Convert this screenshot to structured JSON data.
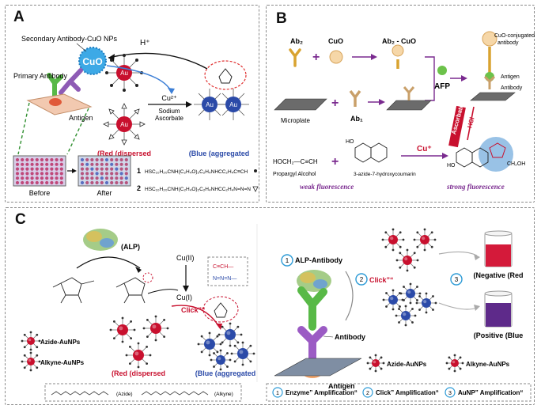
{
  "panelA": {
    "label": "A",
    "secondary_antibody": "Secondary Antibody-CuO NPs",
    "primary_antibody": "Primary Antibody",
    "antigen": "Antigen",
    "cuo": "CuO",
    "h_plus": "H⁺",
    "au": "Au",
    "cu2": "Cu²⁺",
    "sodium": "Sodium",
    "ascorbate": "Ascorbate",
    "red_dispersed": "(Red (dispersed",
    "blue_aggregated": "(Blue (aggregated",
    "before": "Before",
    "after": "After",
    "formula1_num": "1",
    "formula1": "HSC₁₀H₂₀CNH(C₂H₄O)₂C₂H₄NHCC₂H₄C≡CH",
    "formula2_num": "2",
    "formula2": "HSC₁₀H₂₀CNH(C₂H₄O)₂C₂H₄NHCC₂H₄N=N=N"
  },
  "panelB": {
    "label": "B",
    "ab2": "Ab₂",
    "cuo": "CuO",
    "ab2_cuo": "Ab₂ - CuO",
    "cuo_conjugated": "CuO-conjugated",
    "antibody_word": "antibody",
    "antigen": "Antigen",
    "antibody": "Antibody",
    "afp": "AFP",
    "microplate": "Microplate",
    "ab1": "Ab₁",
    "ascorbate": "Ascorbate",
    "hcl": "HCl",
    "cu_plus": "Cu⁺",
    "propargyl_formula": "HOCH₂—C≡CH",
    "propargyl": "Propargyl Alcohol",
    "azide_coumarin": "3-azide-7-hydroxycoumarin",
    "weak": "weak fluorescence",
    "strong": "strong fluorescence",
    "ch2oh": "CH₂OH",
    "ho": "HO"
  },
  "panelC": {
    "label": "C",
    "alp": "(ALP)",
    "cu2": "Cu(II)",
    "cu1": "Cu(I)",
    "click": "Click”“",
    "alkyne_legend": "C≡CH—",
    "azide_legend": "N=N=N—",
    "azide_aunps": "Azide-AuNPs",
    "alkyne_aunps": "Alkyne-AuNPs",
    "red_dispersed": "(Red (dispersed",
    "blue_aggregated": "(Blue (aggregated",
    "azide_tag": "(Azide)",
    "alkyne_tag": "(Alkyne)",
    "step1_num": "1",
    "step1": "ALP-Antibody",
    "step2_num": "2",
    "step2": "Click”“",
    "step3_num": "3",
    "antibody": "Antibody",
    "antigen": "Antigen",
    "negative": "(Negative (Red",
    "positive": "(Positive (Blue",
    "legend_azide": "Azide-AuNPs",
    "legend_alkyne": "Alkyne-AuNPs",
    "amp1_num": "1",
    "amp1": "Enzyme” Amplification“",
    "amp2_num": "2",
    "amp2": "Click” Amplification“",
    "amp3_num": "3",
    "amp3": "AuNP” Amplification“"
  },
  "colors": {
    "gold_red": "#c8102e",
    "au_blue": "#2b4aa8",
    "arrow_purple": "#7a2a8f",
    "cuo_blue": "#3da9e6",
    "green_antibody": "#58b947",
    "pink_plate": "#f2c9b0"
  }
}
